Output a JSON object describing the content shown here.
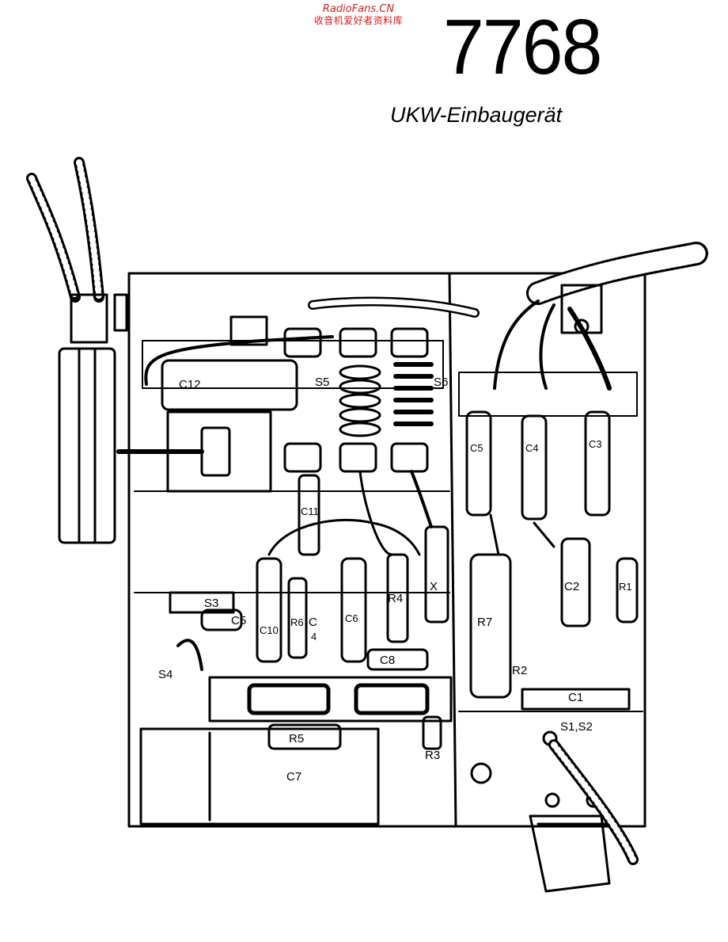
{
  "watermark": {
    "site": "RadioFans.CN",
    "text": "收音机爱好者资料库"
  },
  "header": {
    "model": "7768",
    "subtitle": "UKW-Einbaugerät"
  },
  "labels": {
    "c12": "C12",
    "s5": "S5",
    "s6": "S6",
    "c5_right": "C5",
    "c4_right": "C4",
    "c3_right": "C3",
    "c11": "C11",
    "r4": "R4",
    "x": "X",
    "r7": "R7",
    "c2": "C2",
    "r1": "R1",
    "s3": "S3",
    "c5_left": "C5",
    "c10": "C10",
    "r6": "R6",
    "c_small": "C",
    "c_four": "4",
    "c6": "C6",
    "c8": "C8",
    "s4": "S4",
    "r2": "R2",
    "c1": "C1",
    "s1s2": "S1,S2",
    "r5": "R5",
    "r3": "R3",
    "c7": "C7"
  }
}
